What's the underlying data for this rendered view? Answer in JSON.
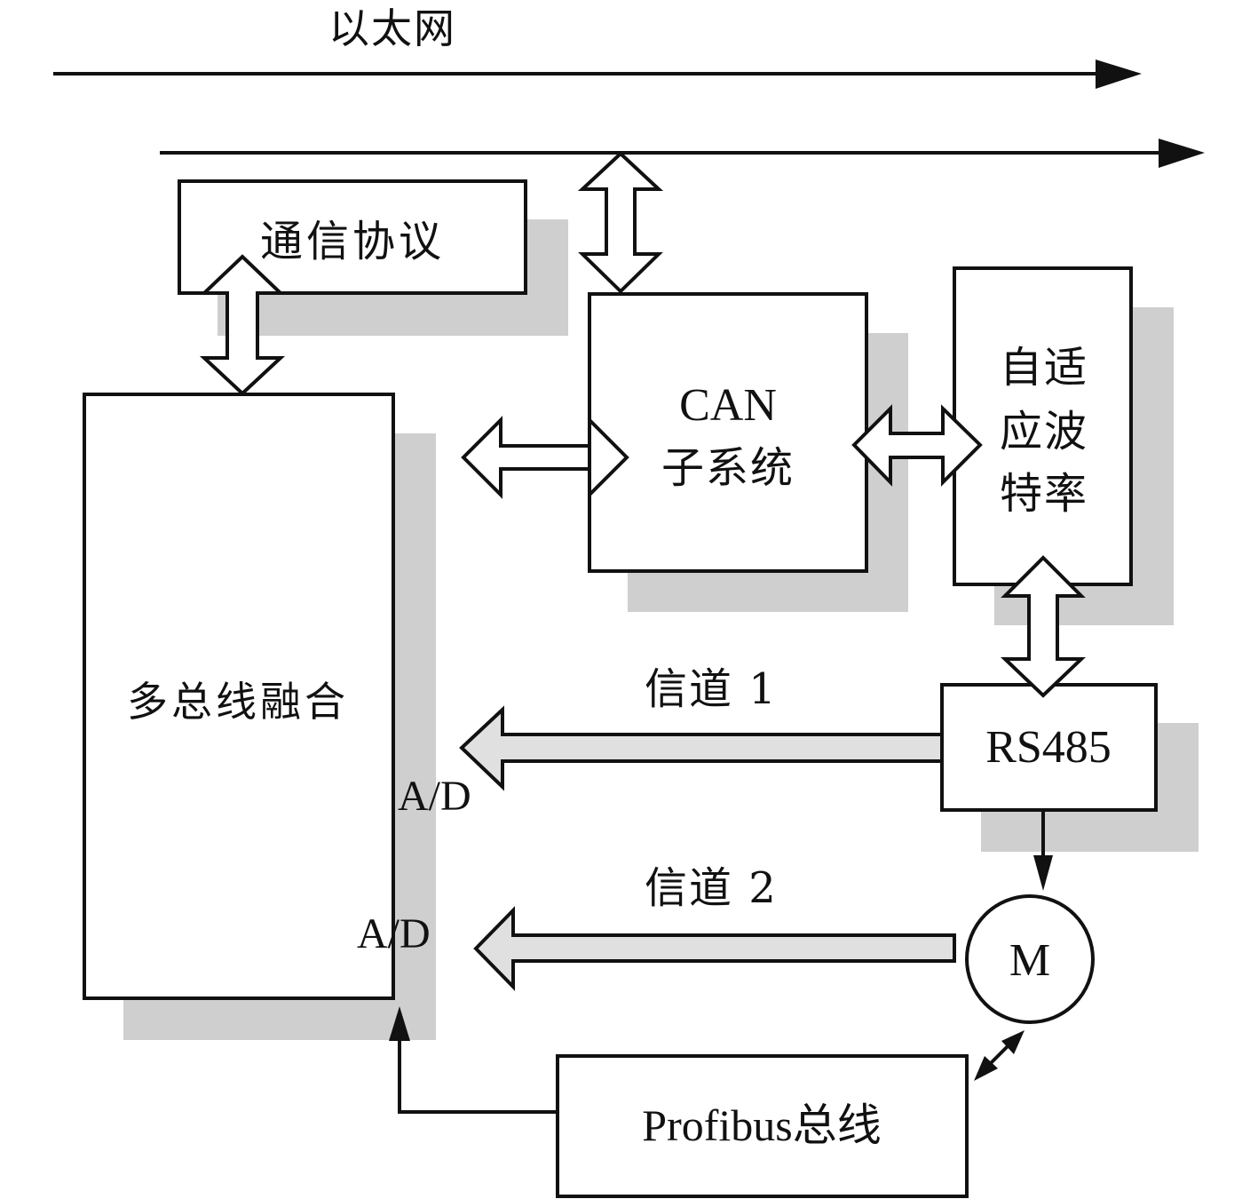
{
  "diagram": {
    "colors": {
      "stroke": "#111111",
      "shadow": "#cfcfcf",
      "channel_arrow_fill": "#e0e0e0",
      "box_fill": "#ffffff",
      "background": "#ffffff"
    },
    "buses": {
      "ethernet_label": "以太网"
    },
    "blocks": {
      "protocol": "通信协议",
      "can_line1": "CAN",
      "can_line2": "子系统",
      "adaptive_line1": "自适",
      "adaptive_line2": "应波",
      "adaptive_line3": "特率",
      "fusion": "多总线融合",
      "rs485": "RS485",
      "motor": "M",
      "profibus": "Profibus总线"
    },
    "channels": {
      "channel1": "信道 1",
      "channel2": "信道 2",
      "ad1": "A/D",
      "ad2": "A/D"
    }
  }
}
